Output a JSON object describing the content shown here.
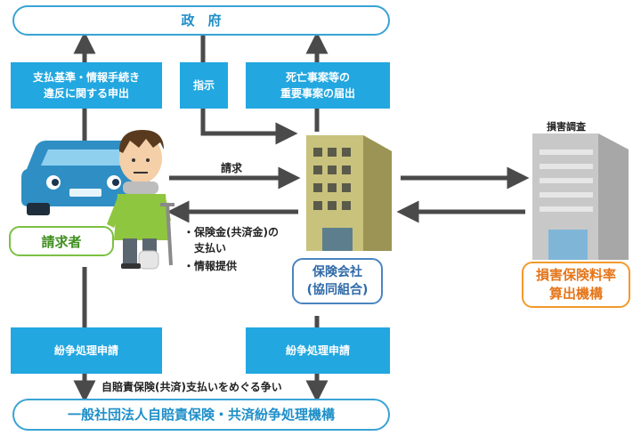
{
  "government": {
    "label": "政　府"
  },
  "top_boxes": {
    "left": {
      "line1": "支払基準・情報手続き",
      "line2": "違反に関する申出"
    },
    "middle": {
      "line1": "指示"
    },
    "right": {
      "line1": "死亡事案等の",
      "line2": "重要事案の届出"
    }
  },
  "claimant": {
    "label": "請求者"
  },
  "insurer": {
    "line1": "保険会社",
    "line2": "(協同組合)"
  },
  "rating": {
    "line1": "損害保険料率",
    "line2": "算出機構"
  },
  "survey_label": "損害調査",
  "arrow_labels": {
    "request": "請求",
    "payment1": "・保険金(共済金)の",
    "payment2": "　支払い",
    "info": "・情報提供"
  },
  "bottom_boxes": {
    "left": "紛争処理申請",
    "right": "紛争処理申請"
  },
  "dispute_label": "自賠責保険(共済)支払いをめぐる争い",
  "organization": {
    "label": "一般社団法人自賠責保険・共済紛争処理機構"
  }
}
